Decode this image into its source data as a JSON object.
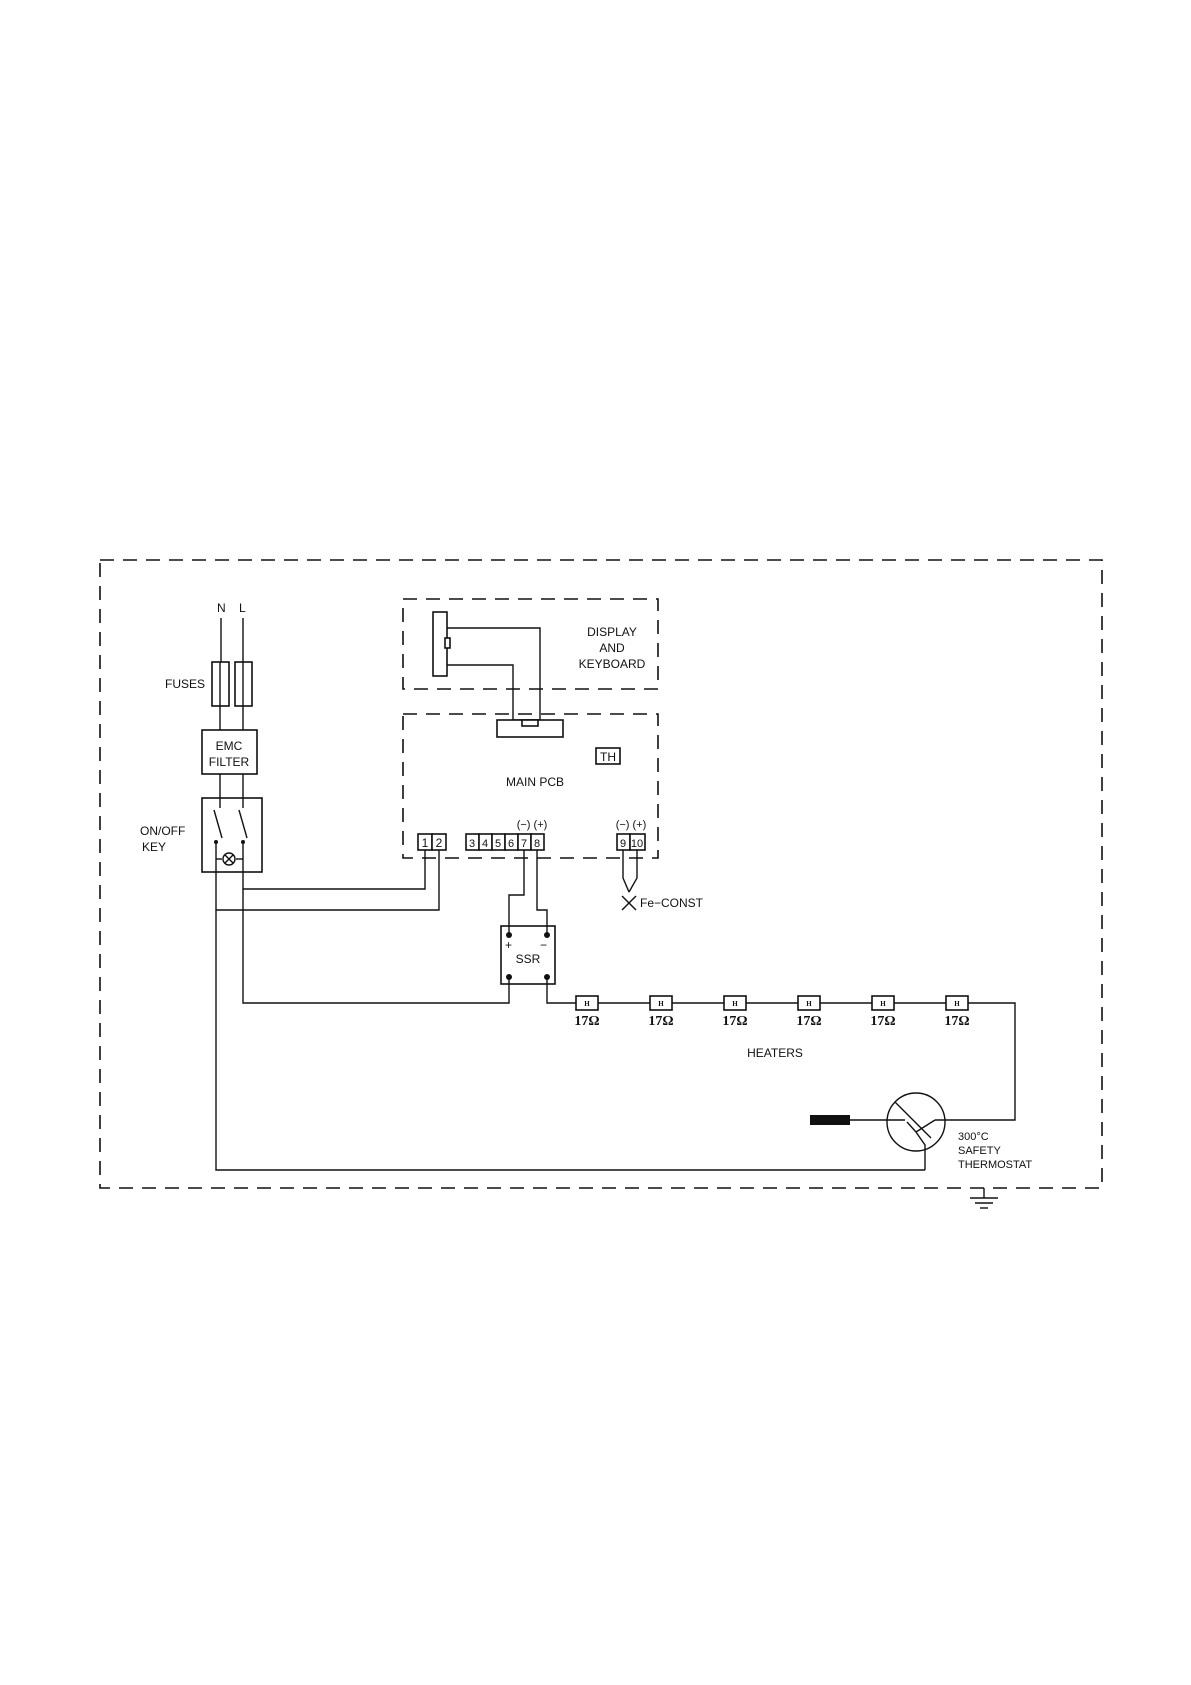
{
  "supply": {
    "neutral": "N",
    "live": "L"
  },
  "labels": {
    "fuses": "FUSES",
    "emc_filter": [
      "EMC",
      "FILTER"
    ],
    "on_off_key": [
      "ON/OFF",
      "KEY"
    ],
    "display_keyboard": [
      "DISPLAY",
      "AND",
      "KEYBOARD"
    ],
    "main_pcb": "MAIN PCB",
    "th": "TH",
    "ssr": "SSR",
    "ssr_plus": "+",
    "ssr_minus": "−",
    "fe_const": "Fe−CONST",
    "heaters": "HEATERS",
    "thermostat": [
      "300°C",
      "SAFETY",
      "THERMOSTAT"
    ]
  },
  "terminals": {
    "group_a": [
      "1",
      "2"
    ],
    "group_b": [
      "3",
      "4",
      "5",
      "6",
      "7",
      "8"
    ],
    "group_c": [
      "9",
      "10"
    ],
    "polarity_78": "(−) (+)",
    "polarity_910": "(−) (+)"
  },
  "heaters": {
    "symbol": "H",
    "items": [
      "17Ω",
      "17Ω",
      "17Ω",
      "17Ω",
      "17Ω",
      "17Ω"
    ]
  }
}
